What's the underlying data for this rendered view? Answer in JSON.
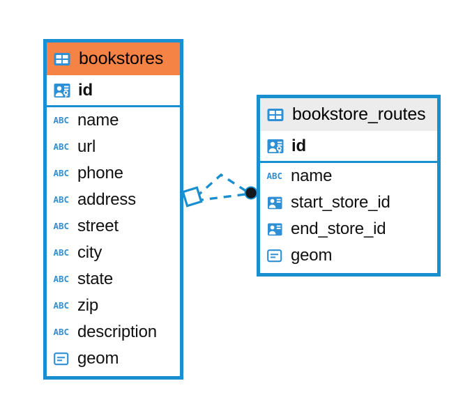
{
  "diagram": {
    "type": "entity-relationship-diagram",
    "colors": {
      "border_blue": "#1a8fd0",
      "header_orange": "#f58345",
      "header_gray": "#ececec",
      "icon_blue": "#2e8fd4",
      "endpoint_dark": "#14161c",
      "background": "#ffffff"
    },
    "tables": [
      {
        "name": "bookstores",
        "header_style": "orange",
        "table_icon": "table-grid-icon",
        "primary_key": {
          "label": "id",
          "icon": "primary-key-badge-icon",
          "bold": true
        },
        "fields": [
          {
            "label": "name",
            "icon": "text-abc-icon"
          },
          {
            "label": "url",
            "icon": "text-abc-icon"
          },
          {
            "label": "phone",
            "icon": "text-abc-icon"
          },
          {
            "label": "address",
            "icon": "text-abc-icon"
          },
          {
            "label": "street",
            "icon": "text-abc-icon"
          },
          {
            "label": "city",
            "icon": "text-abc-icon"
          },
          {
            "label": "state",
            "icon": "text-abc-icon"
          },
          {
            "label": "zip",
            "icon": "text-abc-icon"
          },
          {
            "label": "description",
            "icon": "text-abc-icon"
          },
          {
            "label": "geom",
            "icon": "geometry-icon"
          }
        ]
      },
      {
        "name": "bookstore_routes",
        "header_style": "gray",
        "table_icon": "table-grid-icon",
        "primary_key": {
          "label": "id",
          "icon": "primary-key-badge-icon",
          "bold": true
        },
        "fields": [
          {
            "label": "name",
            "icon": "text-abc-icon"
          },
          {
            "label": "start_store_id",
            "icon": "foreign-key-badge-icon"
          },
          {
            "label": "end_store_id",
            "icon": "foreign-key-badge-icon"
          },
          {
            "label": "geom",
            "icon": "geometry-icon"
          }
        ]
      }
    ],
    "relationship": {
      "style": "dashed",
      "source_table": "bookstores",
      "target_table": "bookstore_routes",
      "source_endpoint": "rotated-square-outline",
      "target_endpoint": "filled-circle"
    }
  }
}
